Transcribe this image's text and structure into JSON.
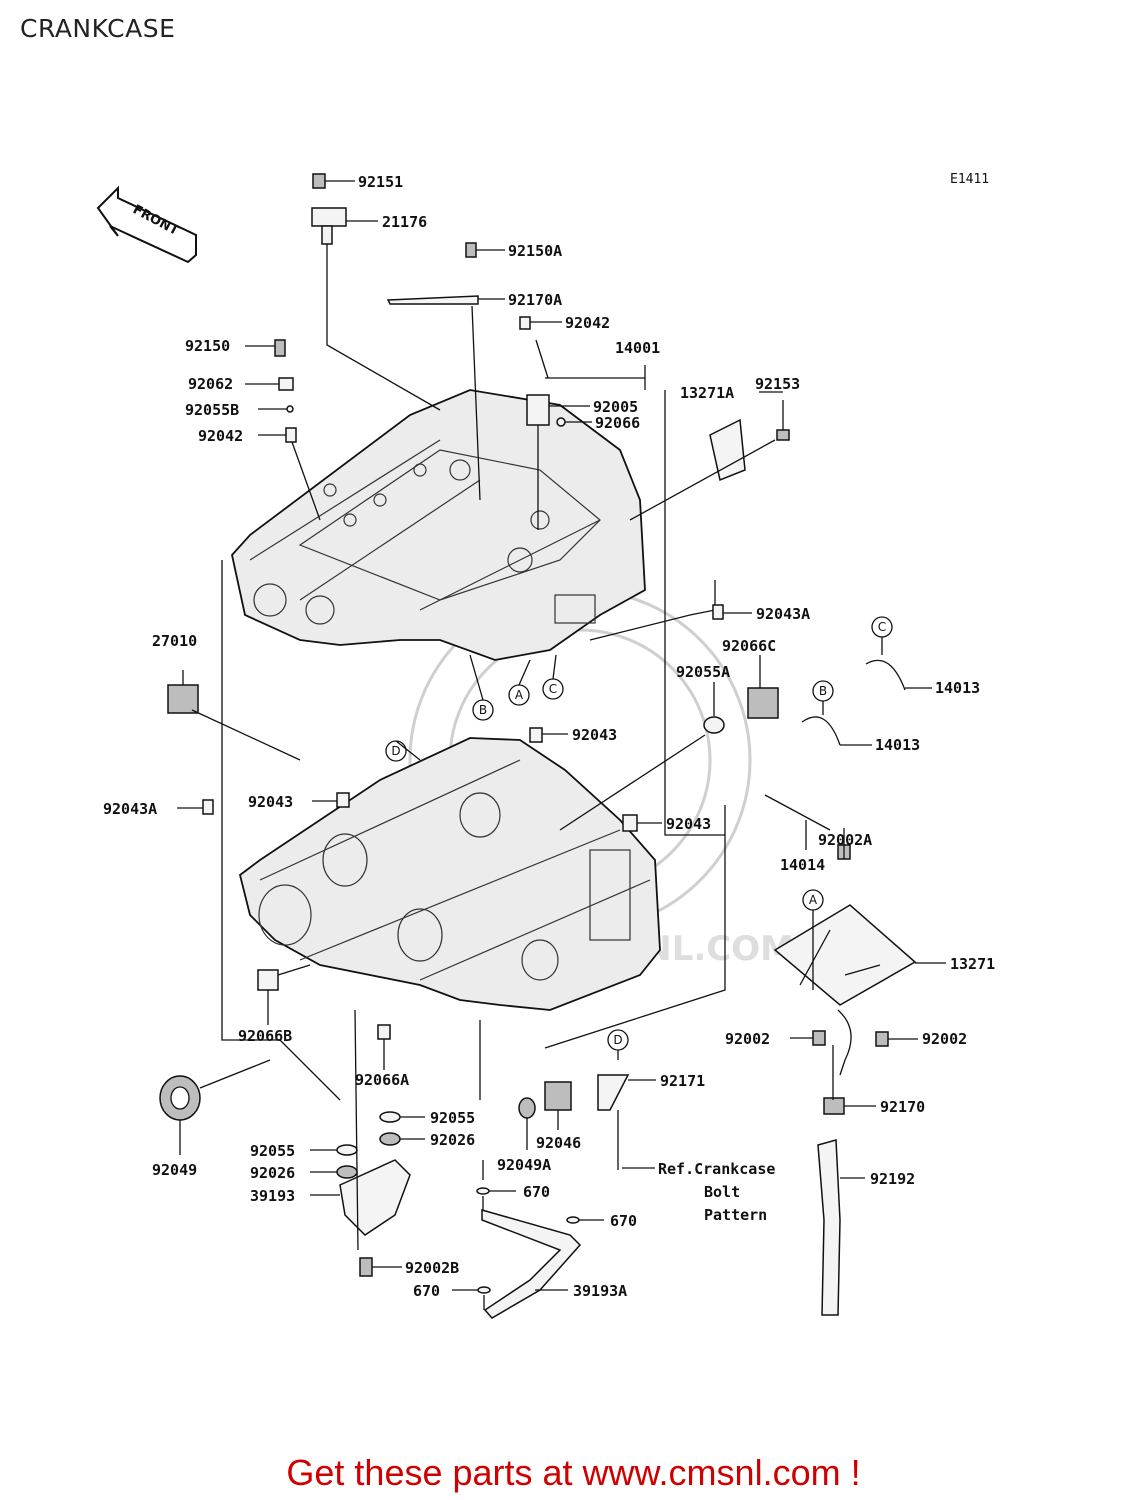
{
  "page": {
    "title": "CRANKCASE",
    "figure_code": "E1411"
  },
  "front_marker": "FRONT",
  "callouts": {
    "a": "A",
    "b": "B",
    "c": "C",
    "d": "D"
  },
  "parts": {
    "p92151": "92151",
    "p21176": "21176",
    "p92150A": "92150A",
    "p92170A": "92170A",
    "p92042_top": "92042",
    "p14001": "14001",
    "p92150": "92150",
    "p92062": "92062",
    "p92055B": "92055B",
    "p92042_left": "92042",
    "p92005": "92005",
    "p92066": "92066",
    "p13271A": "13271A",
    "p92153": "92153",
    "p92043A_right": "92043A",
    "p27010": "27010",
    "p92066C": "92066C",
    "p92055A": "92055A",
    "p14013_c": "14013",
    "p14013_b": "14013",
    "p92043_mid": "92043",
    "p92043_left": "92043",
    "p92043A_left": "92043A",
    "p92043_right": "92043",
    "p92002A": "92002A",
    "p14014": "14014",
    "p13271": "13271",
    "p92066B": "92066B",
    "p92002_l": "92002",
    "p92002_r": "92002",
    "p92066A": "92066A",
    "p92171": "92171",
    "p92049": "92049",
    "p92055_c": "92055",
    "p92026_c": "92026",
    "p92046": "92046",
    "p92170": "92170",
    "p92055_l": "92055",
    "p92026_l": "92026",
    "p92049A": "92049A",
    "p39193": "39193",
    "p670_a": "670",
    "p670_b": "670",
    "p92002B": "92002B",
    "p670_c": "670",
    "p39193A": "39193A",
    "p92192": "92192"
  },
  "reference_note": {
    "line1": "Ref.Crankcase",
    "line2": "Bolt",
    "line3": "Pattern"
  },
  "watermark": {
    "text": "CMSNL.COM"
  },
  "promo": "Get these parts at www.cmsnl.com !",
  "colors": {
    "promo": "#d00000",
    "line": "#111111",
    "case_fill": "#ececec",
    "watermark": "#cfcfcf"
  }
}
